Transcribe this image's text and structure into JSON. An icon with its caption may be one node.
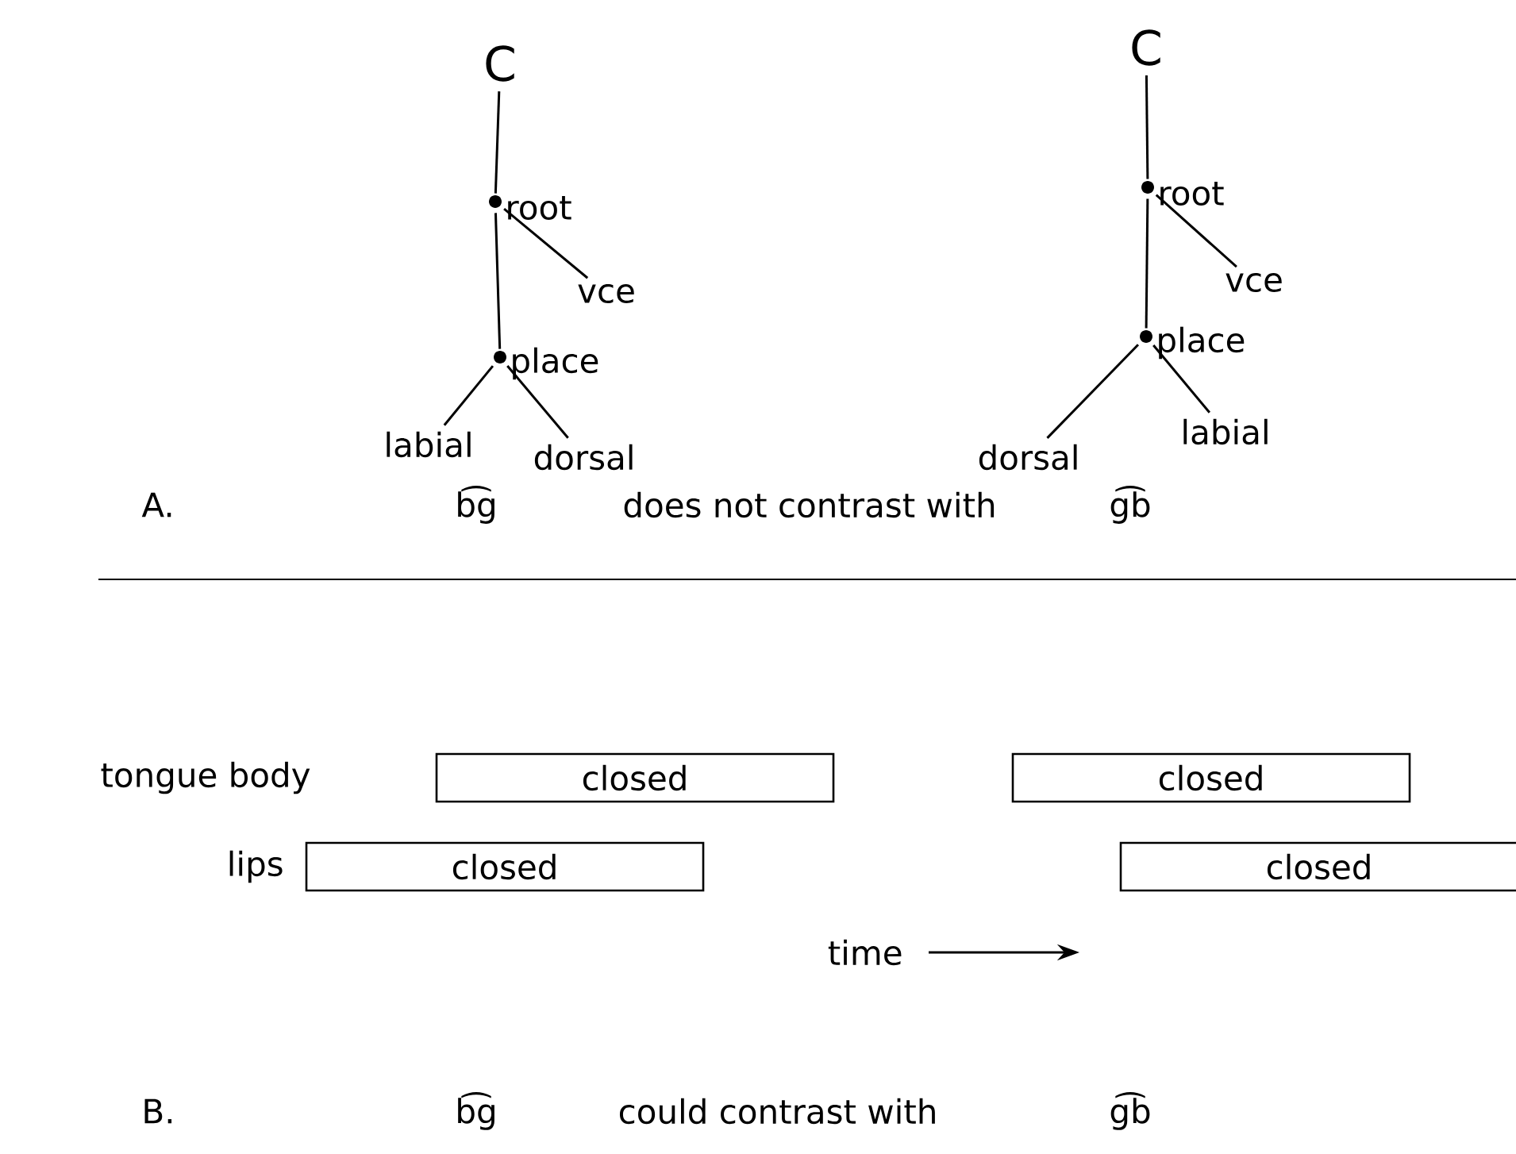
{
  "diagram": {
    "nodes": [
      {
        "text": [
          "C"
        ]
      },
      {
        "text": [],
        "shape": "circle",
        "beside": [
          "root"
        ]
      },
      {
        "text": [
          "vce"
        ]
      },
      {
        "text": [],
        "shape": "circle",
        "beside": [
          "place"
        ]
      },
      {
        "text": [
          "labial"
        ]
      },
      {
        "text": [
          "dorsal"
        ]
      },
      {
        "text": [
          "C"
        ]
      },
      {
        "text": [],
        "shape": "circle",
        "beside": [
          "root"
        ]
      },
      {
        "text": [
          "vce"
        ]
      },
      {
        "text": [],
        "shape": "circle",
        "beside": [
          "place"
        ]
      },
      {
        "text": [
          "dorsal"
        ]
      },
      {
        "text": [
          "labial"
        ]
      },
      {
        "text": [
          "closed"
        ]
      },
      {
        "text": [
          "closed"
        ]
      },
      {
        "text": [
          "closed"
        ]
      },
      {
        "text": [
          "closed"
        ]
      }
    ],
    "edges": [
      {
        "from": 0,
        "to": 1,
        "arrow": "none"
      },
      {
        "from": 1,
        "to": 2,
        "arrow": "none"
      },
      {
        "from": 1,
        "to": 3,
        "arrow": "none"
      },
      {
        "from": 3,
        "to": 4,
        "arrow": "none"
      },
      {
        "from": 3,
        "to": 5,
        "arrow": "none"
      },
      {
        "from": 6,
        "to": 7,
        "arrow": "none"
      },
      {
        "from": 7,
        "to": 8,
        "arrow": "none"
      },
      {
        "from": 7,
        "to": 9,
        "arrow": "none"
      },
      {
        "from": 9,
        "to": 10,
        "arrow": "none"
      },
      {
        "from": 9,
        "to": 11,
        "arrow": "none"
      }
    ],
    "labels": [
      "A.",
      "b͡g",
      "does not contrast with",
      "g͡b",
      "tongue body",
      "lips",
      "time",
      "B.",
      "b͡g",
      "could contrast with",
      "g͡b"
    ]
  }
}
